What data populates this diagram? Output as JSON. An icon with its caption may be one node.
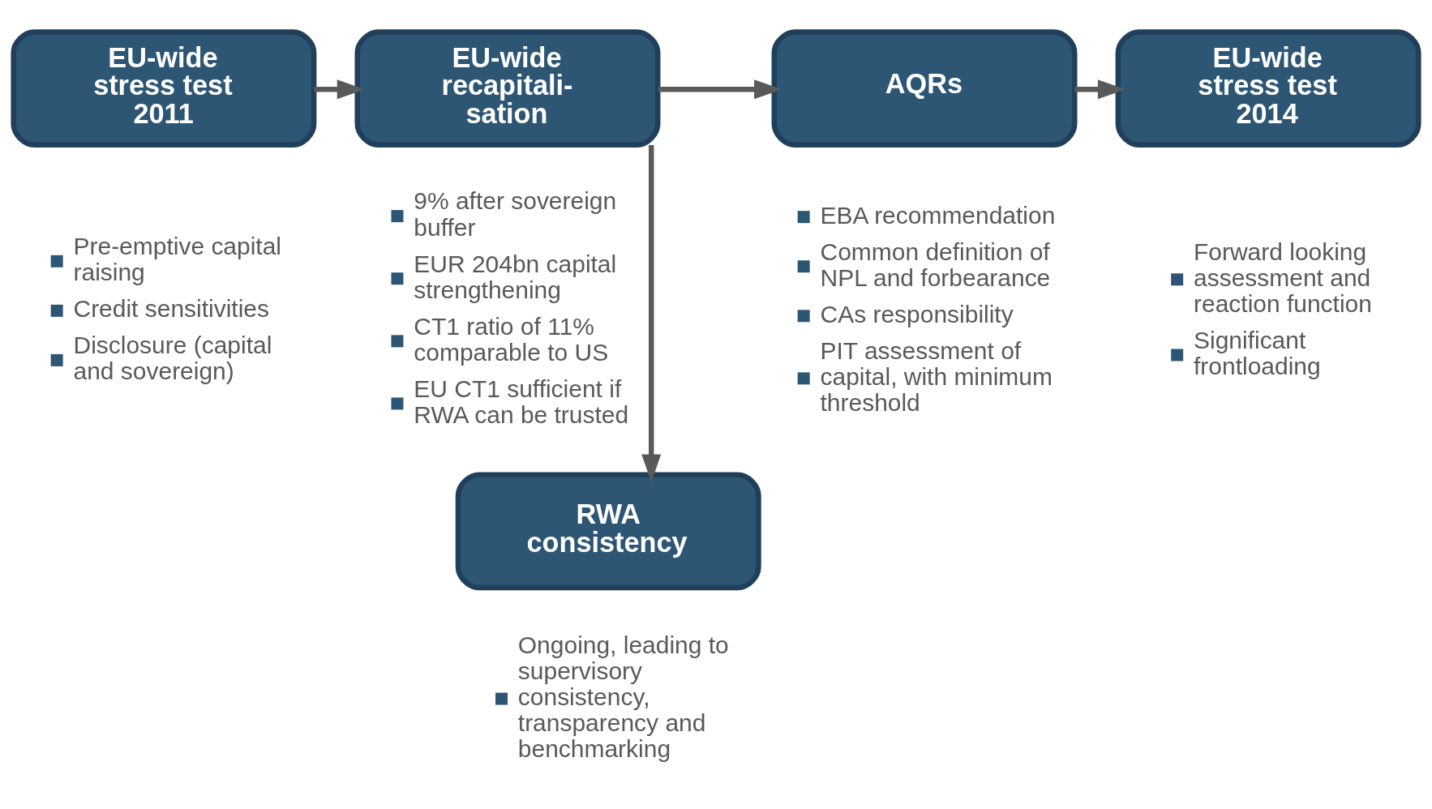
{
  "diagram": {
    "nodes": [
      {
        "text": [
          "EU-wide stress test 2011"
        ],
        "beside": [
          "Pre-emptive capital raising",
          "Credit sensitivities",
          "Disclosure (capital and sovereign)"
        ]
      },
      {
        "text": [
          "EU-wide recapitali- sation"
        ],
        "beside": [
          "9% after sovereign buffer",
          "EUR 204bn capital strengthening",
          "CT1 ratio of 11% comparable to US",
          "EU CT1 sufficient if RWA can be trusted"
        ]
      },
      {
        "text": [
          "AQRs"
        ],
        "beside": [
          "EBA recommendation",
          "Common definition of NPL and forbearance",
          "CAs responsibility",
          "PIT assessment of capital, with minimum threshold"
        ]
      },
      {
        "text": [
          "EU-wide stress test 2014"
        ],
        "beside": [
          "Forward looking assessment and reaction function",
          "Significant frontloading"
        ]
      },
      {
        "text": [
          "RWA consistency"
        ],
        "beside": [
          "Ongoing, leading to supervisory consistency, transparency and benchmarking"
        ]
      }
    ],
    "edges": [
      {
        "from": 0,
        "to": 1,
        "arrow": "to"
      },
      {
        "from": 1,
        "to": 2,
        "arrow": "to"
      },
      {
        "from": 2,
        "to": 3,
        "arrow": "to"
      },
      {
        "from": 1,
        "to": 4,
        "arrow": "to"
      }
    ]
  }
}
